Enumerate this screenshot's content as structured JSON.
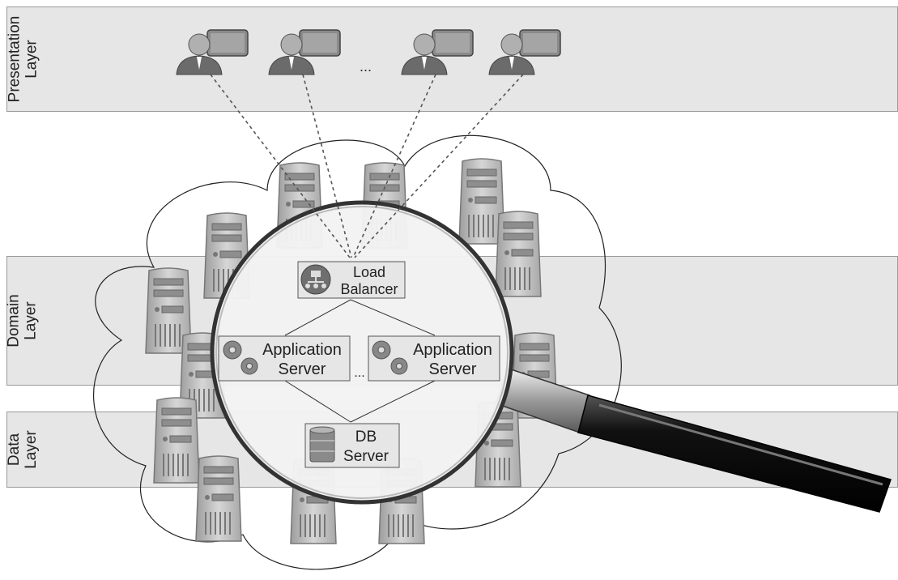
{
  "layers": {
    "presentation": "Presentation\nLayer",
    "domain": "Domain\nLayer",
    "data": "Data\nLayer"
  },
  "clients": {
    "count": 4,
    "ellipsis": "...",
    "icon": "user-computer-icon"
  },
  "magnifier": {
    "load_balancer": {
      "line1": "Load",
      "line2": "Balancer",
      "icon": "load-balancer-icon"
    },
    "app_servers": [
      {
        "line1": "Application",
        "line2": "Server",
        "icon": "gears-icon"
      },
      {
        "line1": "Application",
        "line2": "Server",
        "icon": "gears-icon"
      }
    ],
    "app_ellipsis": "...",
    "db_server": {
      "line1": "DB",
      "line2": "Server",
      "icon": "database-icon"
    }
  },
  "cloud": {
    "server_count": 16,
    "icon": "server-tower-icon"
  },
  "colors": {
    "band": "#e6e6e6",
    "server": "#bdbdbd",
    "lens_rim": "#333333",
    "handle": "#1a1a1a"
  }
}
